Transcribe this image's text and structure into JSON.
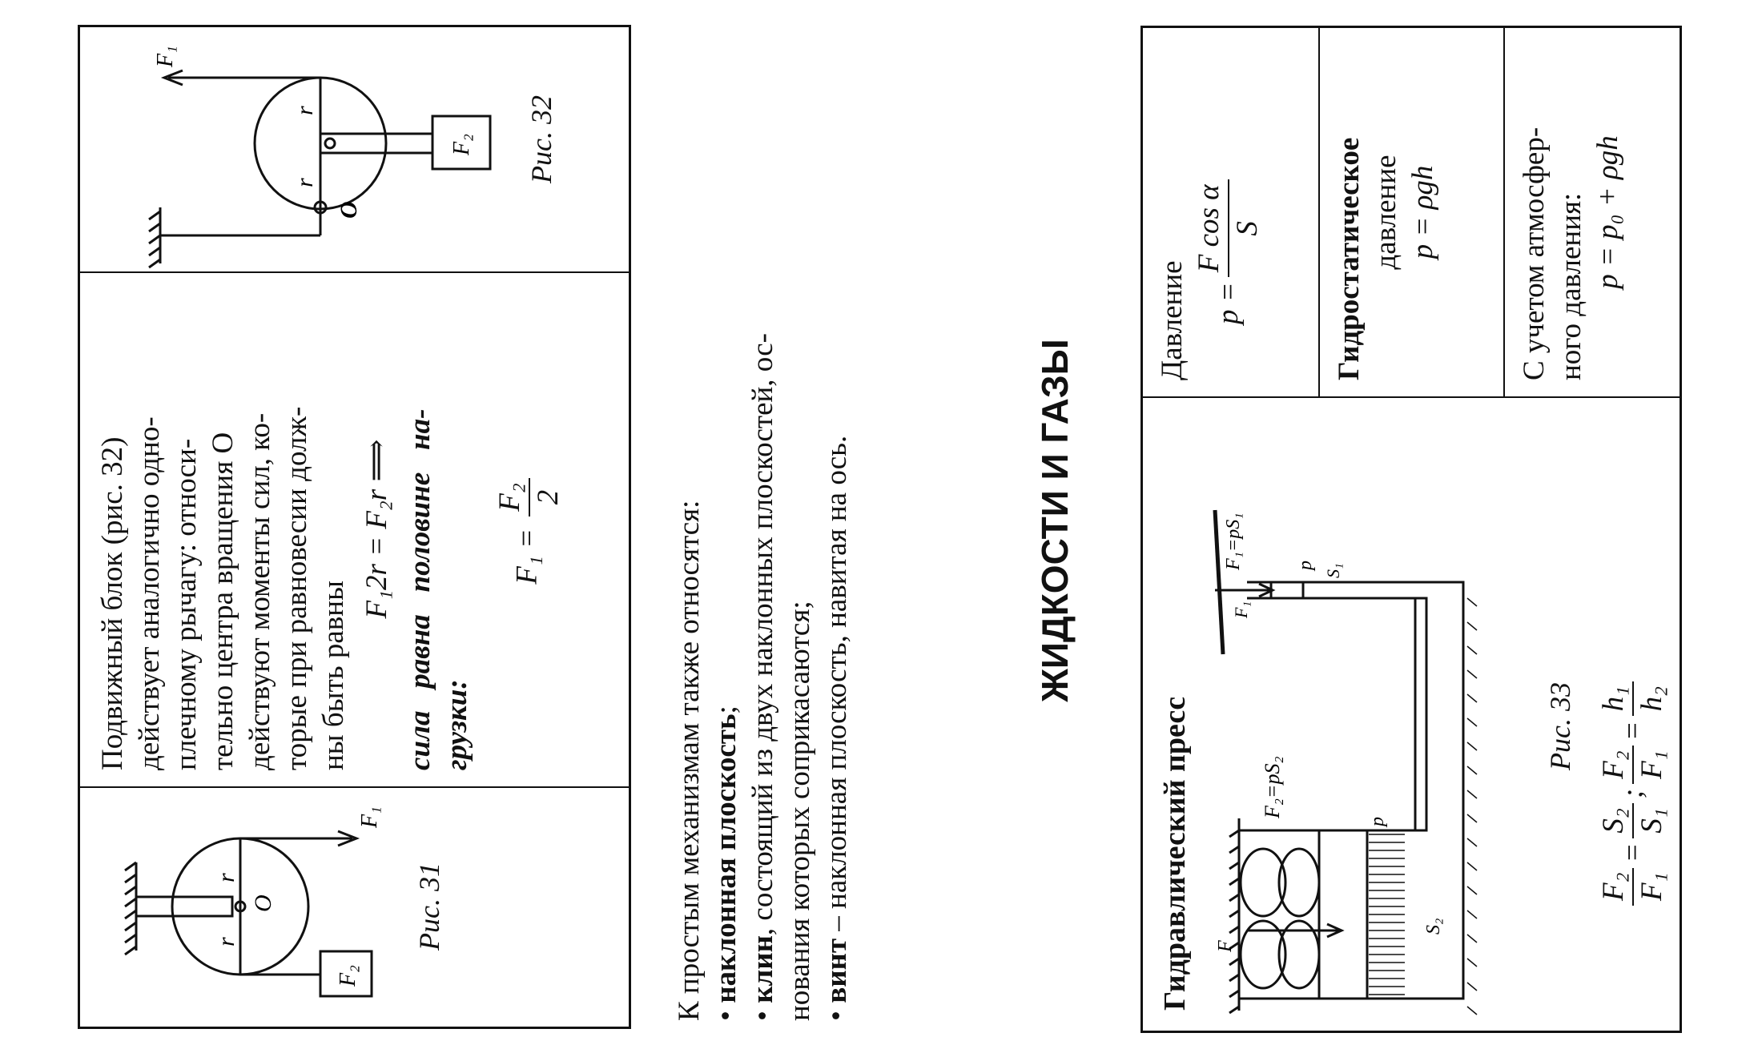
{
  "mechanics_box": {
    "fig31_caption": "Рис. 31",
    "fig32_caption": "Рис. 32",
    "fig_labels": {
      "r": "r",
      "O": "O",
      "F1": "F₁",
      "F2": "F₂"
    },
    "text_lines": [
      "Подвижный блок (рис. 32)",
      "действует аналогично одно-",
      "плечному рычагу: относи-",
      "тельно центра вращения О",
      "действуют моменты сил, ко-",
      "торые при равновесии долж-",
      "ны быть равны"
    ],
    "moment_formula": "F₁2r = F₂r ⟹",
    "conclusion_lines": [
      "сила   равна   половине   на-",
      "грузки:"
    ],
    "result_formula": {
      "lhs": "F₁ =",
      "num": "F₂",
      "den": "2"
    }
  },
  "simple_mechanisms": {
    "intro": "К простым механизмам также относятся:",
    "bullets": [
      {
        "term": "наклонная плоскость",
        "rest": ";"
      },
      {
        "term": "клин",
        "rest": ", состоящий из двух наклонных плоскостей, ос-"
      },
      {
        "term": "винт",
        "rest": " – наклонная плоскость, навитая на ось."
      }
    ],
    "continuation": "нования которых соприкасаются;"
  },
  "section_title": "ЖИДКОСТИ И ГАЗЫ",
  "fluids_box": {
    "press_title": "Гидравлический пресс",
    "press_labels": {
      "F2_eq": "F₂=pS₂",
      "F1_eq": "F₁=pS₁",
      "p": "p",
      "S2": "S₂",
      "S1": "S₁",
      "F": "F",
      "F1": "F₁"
    },
    "fig33_caption": "Рис.  33",
    "press_formula": {
      "a_num": "F₂",
      "a_den": "F₁",
      "b_num": "S₂",
      "b_den": "S₁",
      "sep": ";",
      "c_num": "F₂",
      "c_den": "F₁",
      "d_num": "h₁",
      "d_den": "h₂"
    },
    "pressure": {
      "label": "Давление",
      "lhs": "p =",
      "num": "F cos α",
      "den": "S"
    },
    "hydrostatic": {
      "label1": "Гидростатическое",
      "label2": "давление",
      "formula": "p = ρgh"
    },
    "atmospheric": {
      "label1": "С учетом атмосфер-",
      "label2": "ного давления:",
      "formula": "p = p₀ + ρgh"
    }
  }
}
